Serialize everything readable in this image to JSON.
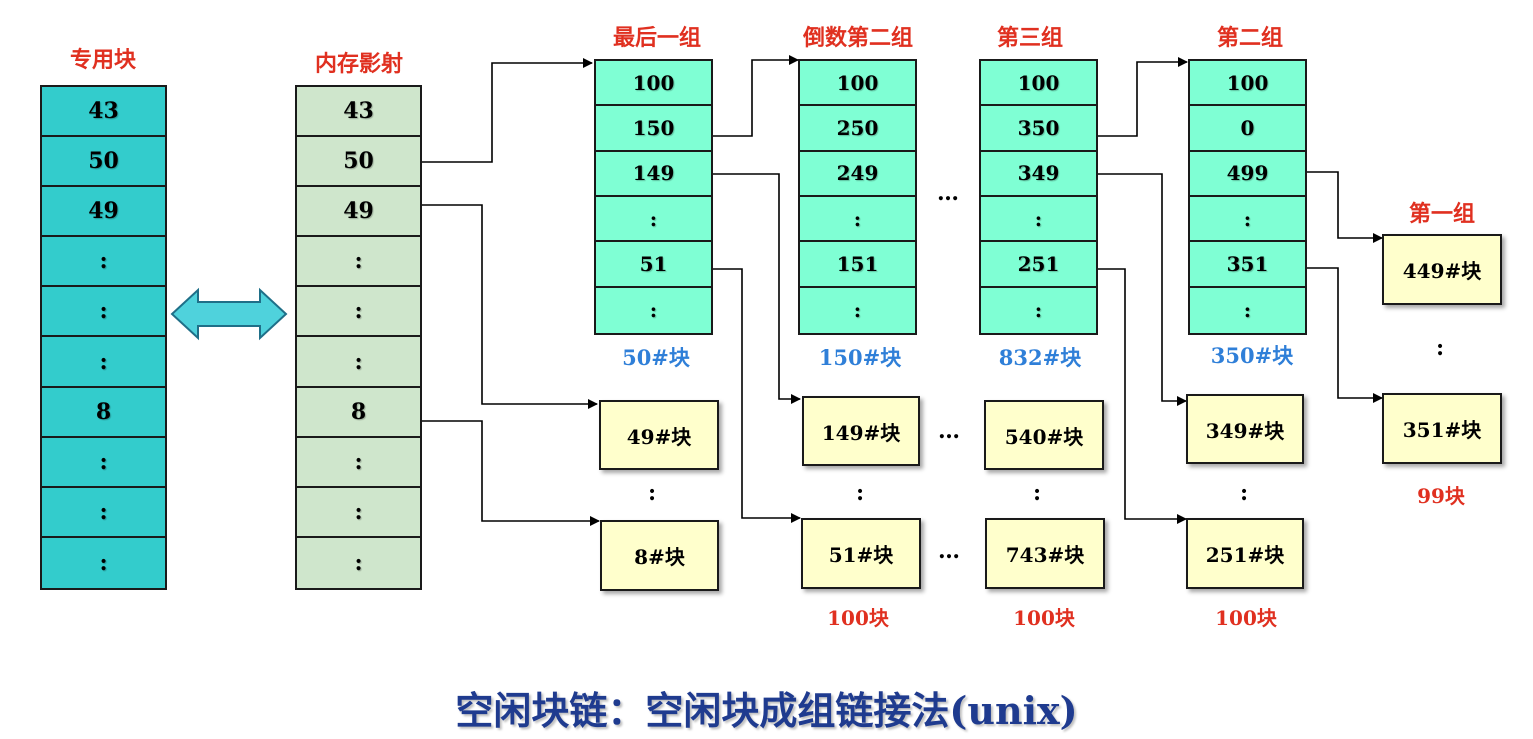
{
  "headers": {
    "special": "专用块",
    "memory": "内存影射",
    "last_group": "最后一组",
    "second_last": "倒数第二组",
    "third": "第三组",
    "second": "第二组",
    "first": "第一组"
  },
  "special_column": [
    "43",
    "50",
    "49",
    ":",
    ":",
    ":",
    "8",
    ":",
    ":",
    ":"
  ],
  "memory_column": [
    "43",
    "50",
    "49",
    ":",
    ":",
    ":",
    "8",
    ":",
    ":",
    ":"
  ],
  "groups": {
    "last": [
      "100",
      "150",
      "149",
      ":",
      "51",
      ":"
    ],
    "second_last": [
      "100",
      "250",
      "249",
      ":",
      "151",
      ":"
    ],
    "third": [
      "100",
      "350",
      "349",
      ":",
      "251",
      ":"
    ],
    "second": [
      "100",
      "0",
      "499",
      ":",
      "351",
      ":"
    ]
  },
  "block_labels": {
    "last": "50#块",
    "second_last": "150#块",
    "third": "832#块",
    "second": "350#块"
  },
  "data_blocks": {
    "b49": "49#块",
    "b8": "8#块",
    "b149": "149#块",
    "b51": "51#块",
    "b540": "540#块",
    "b743": "743#块",
    "b349": "349#块",
    "b251": "251#块",
    "b449": "449#块",
    "b351": "351#块"
  },
  "counts": {
    "c1": "100块",
    "c2": "100块",
    "c3": "100块",
    "c4": "99块"
  },
  "ellipsis": {
    "vertical": ":",
    "horizontal": "…"
  },
  "title": "空闲块链：空闲块成组链接法(unix)",
  "colors": {
    "special_fill": "#33cccc",
    "memory_fill": "#cfe6cc",
    "group_fill": "#7fffd4",
    "block_fill": "#ffffcc",
    "header_red": "#e03020",
    "label_blue": "#2f7fd8",
    "title_navy": "#1f3b8f"
  }
}
